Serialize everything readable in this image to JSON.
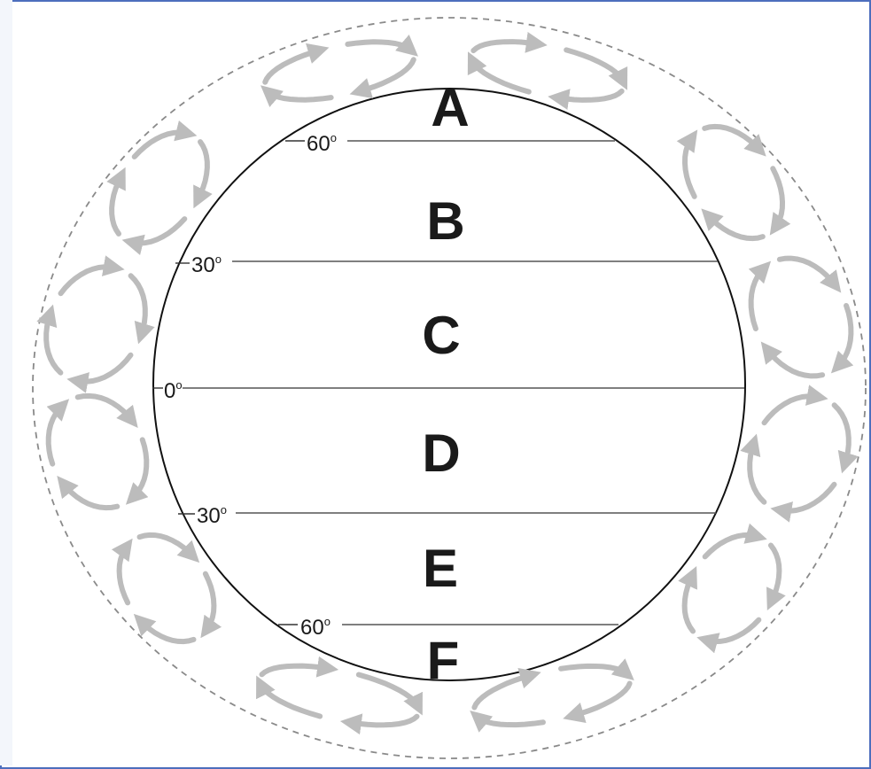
{
  "diagram": {
    "zones": [
      {
        "id": "A",
        "label": "A"
      },
      {
        "id": "B",
        "label": "B"
      },
      {
        "id": "C",
        "label": "C"
      },
      {
        "id": "D",
        "label": "D"
      },
      {
        "id": "E",
        "label": "E"
      },
      {
        "id": "F",
        "label": "F"
      }
    ],
    "latitudes": [
      {
        "label": "60",
        "degree": "o"
      },
      {
        "label": "30",
        "degree": "o"
      },
      {
        "label": "0",
        "degree": "o"
      },
      {
        "label": "30",
        "degree": "o"
      },
      {
        "label": "60",
        "degree": "o"
      }
    ],
    "cell_color": "#bcbcbc",
    "frame_color": "#4d6ebd"
  }
}
